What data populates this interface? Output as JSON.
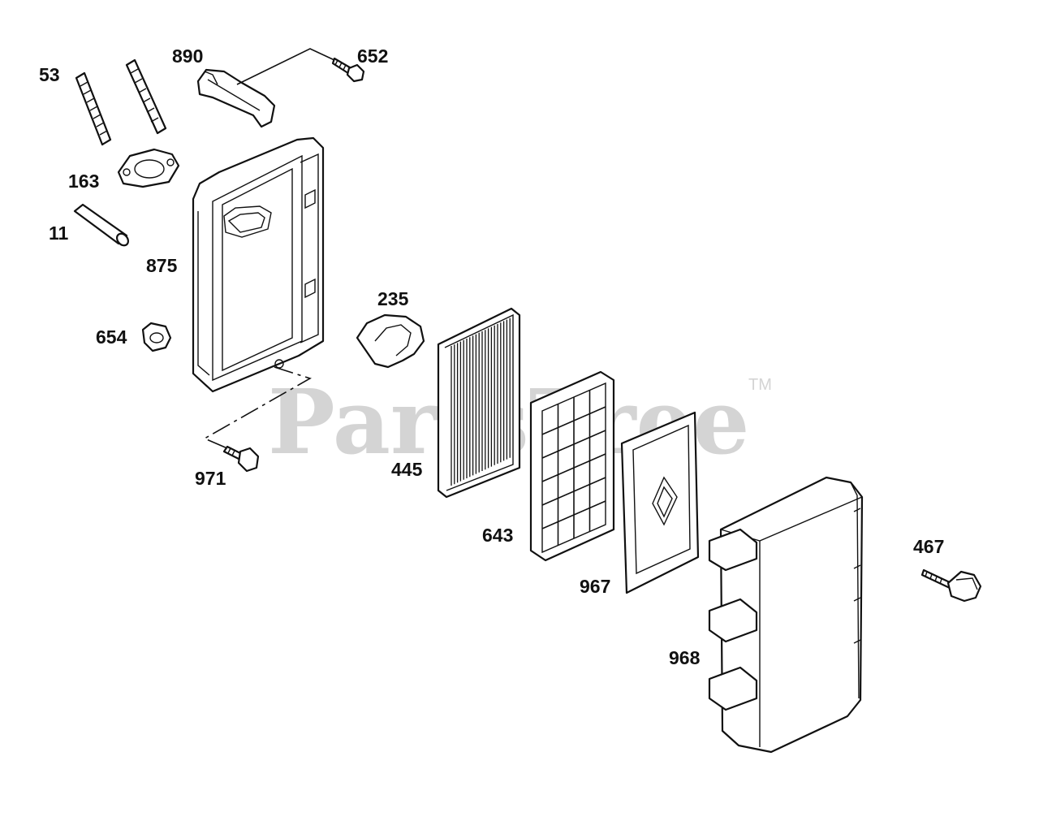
{
  "watermark": {
    "text": "PartsTree",
    "trademark": "TM"
  },
  "colors": {
    "line": "#111111",
    "watermark": "#d4d4d4",
    "background": "#ffffff"
  },
  "parts": [
    {
      "id": "53"
    },
    {
      "id": "890"
    },
    {
      "id": "652"
    },
    {
      "id": "163"
    },
    {
      "id": "11"
    },
    {
      "id": "875"
    },
    {
      "id": "654"
    },
    {
      "id": "235"
    },
    {
      "id": "971"
    },
    {
      "id": "445"
    },
    {
      "id": "643"
    },
    {
      "id": "967"
    },
    {
      "id": "467"
    },
    {
      "id": "968"
    }
  ]
}
